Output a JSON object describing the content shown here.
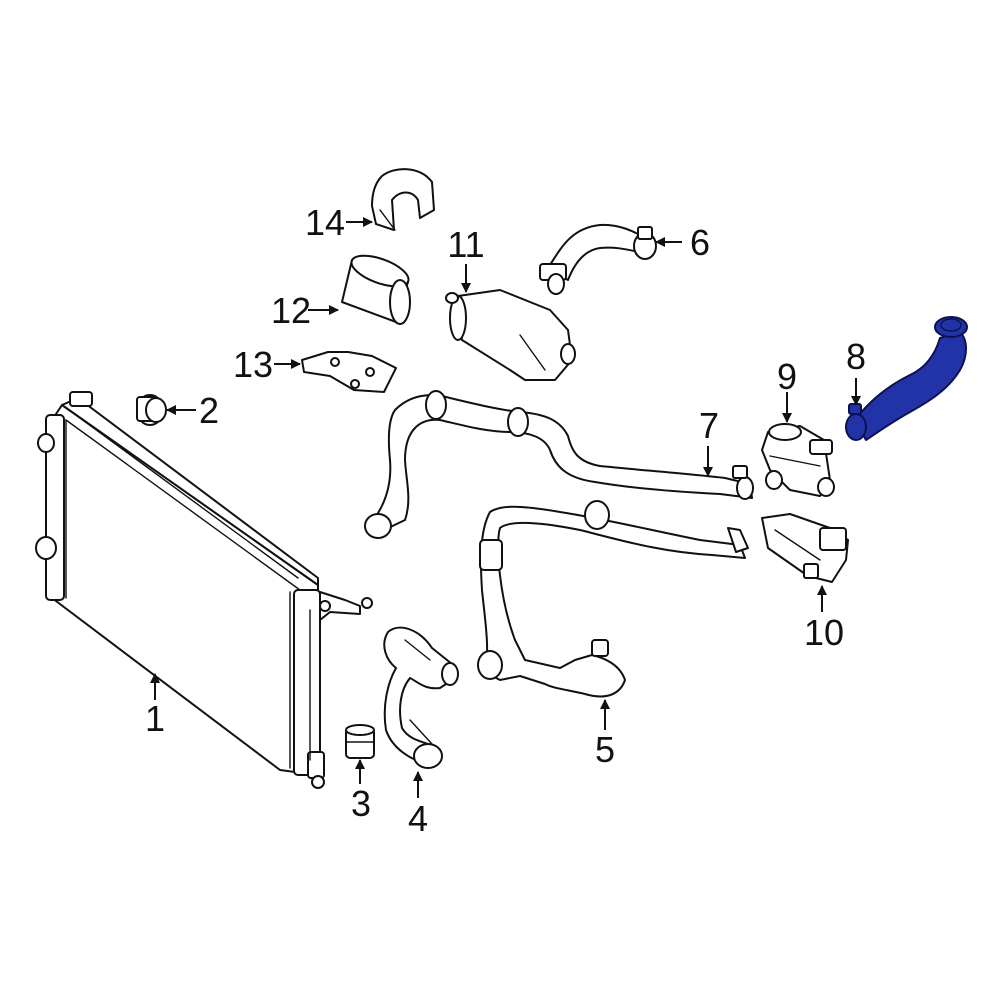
{
  "callouts": [
    {
      "id": "1",
      "label": "1"
    },
    {
      "id": "2",
      "label": "2"
    },
    {
      "id": "3",
      "label": "3"
    },
    {
      "id": "4",
      "label": "4"
    },
    {
      "id": "5",
      "label": "5"
    },
    {
      "id": "6",
      "label": "6"
    },
    {
      "id": "7",
      "label": "7"
    },
    {
      "id": "8",
      "label": "8",
      "highlighted": true
    },
    {
      "id": "9",
      "label": "9"
    },
    {
      "id": "10",
      "label": "10"
    },
    {
      "id": "11",
      "label": "11"
    },
    {
      "id": "12",
      "label": "12"
    },
    {
      "id": "13",
      "label": "13"
    },
    {
      "id": "14",
      "label": "14"
    }
  ],
  "colors": {
    "highlight": "#2233a8",
    "line": "#111111",
    "background": "#ffffff"
  }
}
